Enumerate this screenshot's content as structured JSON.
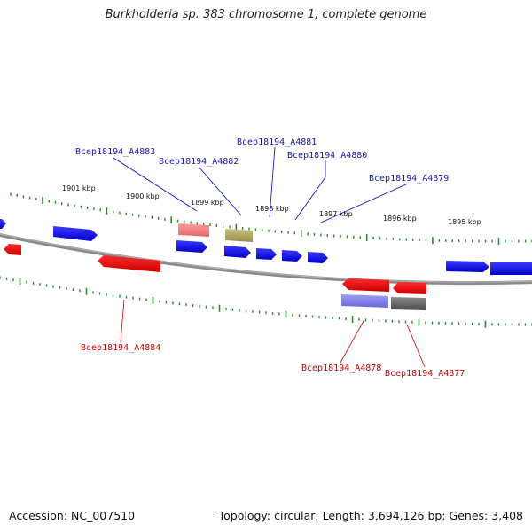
{
  "title": "Burkholderia sp. 383 chromosome 1, complete genome",
  "footer": {
    "accession": "Accession: NC_007510",
    "summary": "Topology: circular; Length: 3,694,126 bp; Genes: 3,408"
  },
  "colors": {
    "plus_strand": "#0000ff",
    "minus_strand": "#ff0000",
    "selected_plus": "#8080ff",
    "selected_minus": "#ff8080",
    "olive": "#b0a860",
    "grey": "#707070",
    "ticks": "#2a8a2a",
    "backbone": "#8a8a8a",
    "plus_label": "#1a1aaa",
    "minus_label": "#cc0000"
  },
  "scale_labels": [
    "1901 kbp",
    "1900 kbp",
    "1899 kbp",
    "1898 kbp",
    "1897 kbp",
    "1896 kbp",
    "1895 kbp"
  ],
  "gene_labels": {
    "plus": [
      "Bcep18194_A4883",
      "Bcep18194_A4882",
      "Bcep18194_A4881",
      "Bcep18194_A4880",
      "Bcep18194_A4879"
    ],
    "minus": [
      "Bcep18194_A4884",
      "Bcep18194_A4878",
      "Bcep18194_A4877"
    ]
  }
}
